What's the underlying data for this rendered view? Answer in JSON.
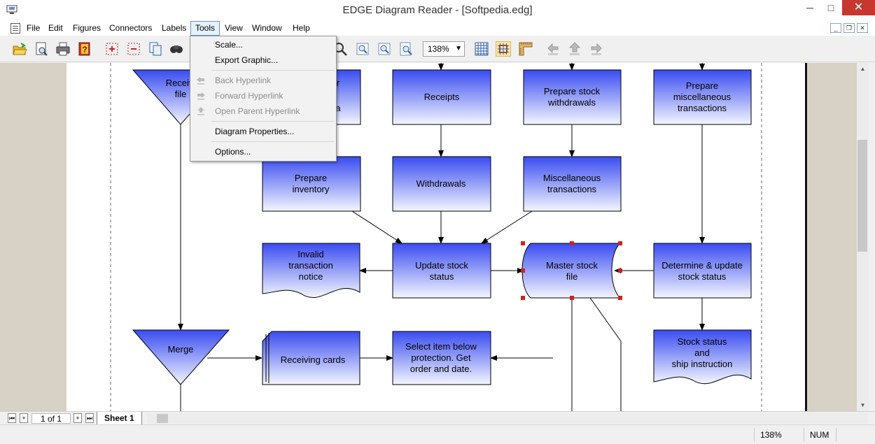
{
  "window": {
    "title": "EDGE Diagram Reader - [Softpedia.edg]",
    "controls": {
      "minimize": "─",
      "maximize": "□",
      "close": "✕"
    }
  },
  "menu": [
    "File",
    "Edit",
    "Figures",
    "Connectors",
    "Labels",
    "Tools",
    "View",
    "Window",
    "Help"
  ],
  "active_menu": "Tools",
  "mdi_controls": [
    "_",
    "❐",
    "✕"
  ],
  "toolbar": {
    "zoom_value": "138%",
    "icons": [
      "open-icon",
      "print-preview-icon",
      "print-icon",
      "help-book-icon",
      "select-region-icon",
      "deselect-icon",
      "copy-icon",
      "find-icon",
      "zoom-icon",
      "zoom-in-icon",
      "zoom-out-icon",
      "zoom-fit-icon",
      "grid-icon",
      "snap-grid-icon",
      "ruler-icon",
      "back-hyperlink-icon",
      "parent-hyperlink-icon",
      "forward-hyperlink-icon"
    ]
  },
  "tools_menu": {
    "items": [
      {
        "label": "Scale...",
        "enabled": true
      },
      {
        "label": "Export Graphic...",
        "enabled": true
      },
      {
        "label": "Back Hyperlink",
        "enabled": false
      },
      {
        "label": "Forward Hyperlink",
        "enabled": false
      },
      {
        "label": "Open Parent Hyperlink",
        "enabled": false
      },
      {
        "label": "Diagram Properties...",
        "enabled": true
      },
      {
        "label": "Options...",
        "enabled": true
      }
    ]
  },
  "diagram": {
    "shapes": {
      "receiving_file": [
        "Receivi",
        "file"
      ],
      "partial_top": [
        "r",
        "a"
      ],
      "receipts": [
        "Receipts"
      ],
      "prepare_withdrawals": [
        "Prepare stock",
        "withdrawals"
      ],
      "prepare_misc": [
        "Prepare",
        "miscellaneous",
        "transactions"
      ],
      "prepare_inventory": [
        "Prepare",
        "inventory"
      ],
      "withdrawals": [
        "Withdrawals"
      ],
      "misc_transactions": [
        "Miscellaneous",
        "transactions"
      ],
      "invalid_notice": [
        "Invalid",
        "transaction",
        "notice"
      ],
      "update_stock": [
        "Update stock",
        "status"
      ],
      "master_file": [
        "Master stock",
        "file"
      ],
      "determine_update": [
        "Determine & update",
        "stock status"
      ],
      "merge": [
        "Merge"
      ],
      "receiving_cards": [
        "Receiving cards"
      ],
      "select_item": [
        "Select item below",
        "protection.  Get",
        "order and date."
      ],
      "stock_status_ship": [
        "Stock status",
        "and",
        "ship instruction"
      ]
    }
  },
  "sheetbar": {
    "page_info": "1 of 1",
    "sheet_tab": "Sheet 1"
  },
  "status": {
    "zoom": "138%",
    "num": "NUM"
  },
  "colors": {
    "shape_top": "#3a4cf0",
    "shape_bottom": "#ffffff",
    "selection_handle": "#cc2222",
    "close_button": "#c7372f"
  }
}
